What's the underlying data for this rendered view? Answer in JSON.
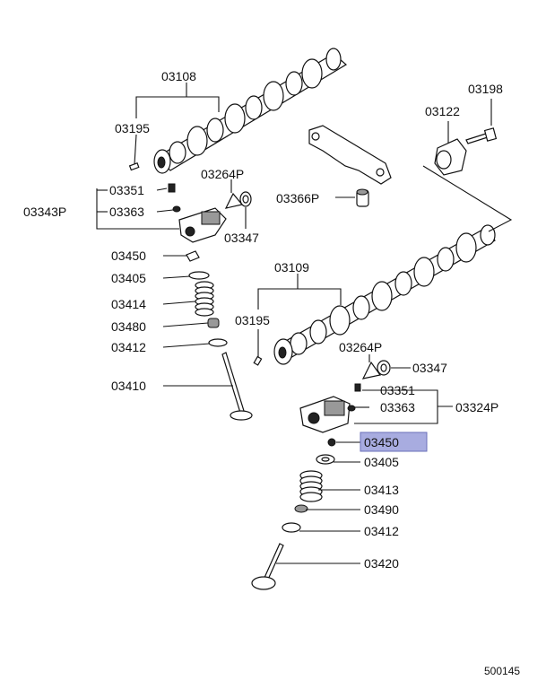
{
  "parts": {
    "p03108": "03108",
    "p03195_top": "03195",
    "p03351_left": "03351",
    "p03363_left": "03363",
    "p03343P": "03343P",
    "p03264P_top": "03264P",
    "p03347_top": "03347",
    "p03366P": "03366P",
    "p03198": "03198",
    "p03122": "03122",
    "p03450_left": "03450",
    "p03405_left": "03405",
    "p03414": "03414",
    "p03480": "03480",
    "p03412_left": "03412",
    "p03410": "03410",
    "p03109": "03109",
    "p03195_mid": "03195",
    "p03264P_right": "03264P",
    "p03347_right": "03347",
    "p03351_right": "03351",
    "p03363_right": "03363",
    "p03324P": "03324P",
    "p03450_highlight": "03450",
    "p03405_right": "03405",
    "p03413": "03413",
    "p03490": "03490",
    "p03412_right": "03412",
    "p03420": "03420"
  },
  "diagram_id": "500145",
  "highlight_color": "#a8ace0"
}
